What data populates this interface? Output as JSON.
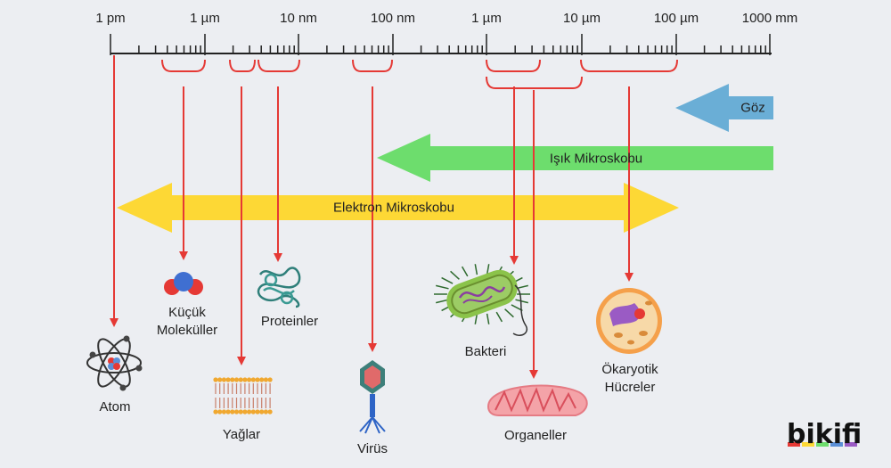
{
  "scale": {
    "labels": [
      "1 pm",
      "1 µm",
      "10 nm",
      "100 nm",
      "1 µm",
      "10 µm",
      "100 µm",
      "1000 mm"
    ]
  },
  "ranges": {
    "eye": "Göz",
    "light_microscope": "Işık Mikroskobu",
    "electron_microscope": "Elektron Mikroskobu"
  },
  "items": {
    "atom": "Atom",
    "small_molecules_1": "Küçük",
    "small_molecules_2": "Moleküller",
    "proteins": "Proteinler",
    "lipids": "Yağlar",
    "virus": "Virüs",
    "bacteria": "Bakteri",
    "organelles": "Organeller",
    "eukaryotic_1": "Ökaryotik",
    "eukaryotic_2": "Hücreler"
  },
  "brand": {
    "logo": "bikifi"
  },
  "colors": {
    "pointer": "#e53935",
    "eye_arrow": "#6aaed6",
    "light_arrow": "#6ddd6d",
    "electron_arrow": "#fdd835"
  }
}
